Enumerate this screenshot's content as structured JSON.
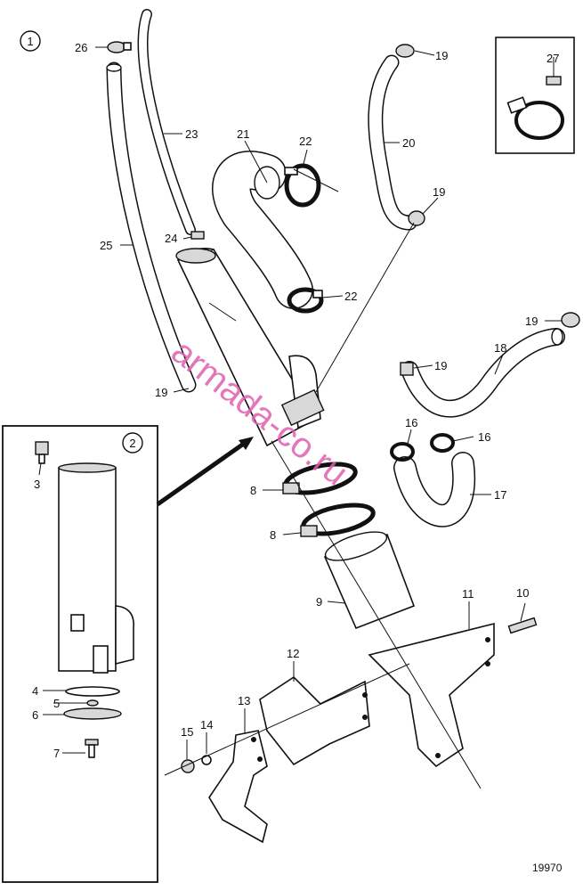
{
  "watermark": "armada-co.ru",
  "figure_number": "19970",
  "view_markers": [
    "1",
    "2"
  ],
  "part_labels": {
    "p3": "3",
    "p4": "4",
    "p5": "5",
    "p6": "6",
    "p7": "7",
    "p8a": "8",
    "p8b": "8",
    "p9": "9",
    "p10": "10",
    "p11": "11",
    "p12": "12",
    "p13": "13",
    "p14": "14",
    "p15": "15",
    "p16a": "16",
    "p16b": "16",
    "p17": "17",
    "p18": "18",
    "p19a": "19",
    "p19b": "19",
    "p19c": "19",
    "p19d": "19",
    "p19e": "19",
    "p20": "20",
    "p21": "21",
    "p22a": "22",
    "p22b": "22",
    "p23": "23",
    "p24": "24",
    "p25": "25",
    "p26": "26",
    "p27": "27"
  }
}
